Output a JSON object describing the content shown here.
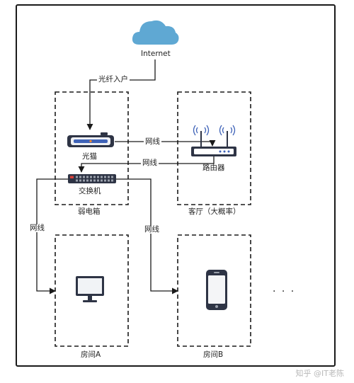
{
  "nodes": {
    "internet": "Internet",
    "modem": "光猫",
    "router": "路由器",
    "switch": "交换机"
  },
  "zones": {
    "weak_box": "弱电箱",
    "living_room": "客厅（大概率）",
    "room_a": "房间A",
    "room_b": "房间B"
  },
  "edges": {
    "fiber_in": "光纤入户",
    "cable_modem_router": "网线",
    "cable_router_switch": "网线",
    "cable_switch_room_a": "网线",
    "cable_switch_room_b": "网线"
  },
  "ellipsis": "· · ·",
  "watermark": "知乎 @IT老陈",
  "colors": {
    "cloud": "#5fa8d3",
    "device_dark": "#2e3445",
    "device_blue": "#3f63b8",
    "line": "#1a1a1a"
  }
}
